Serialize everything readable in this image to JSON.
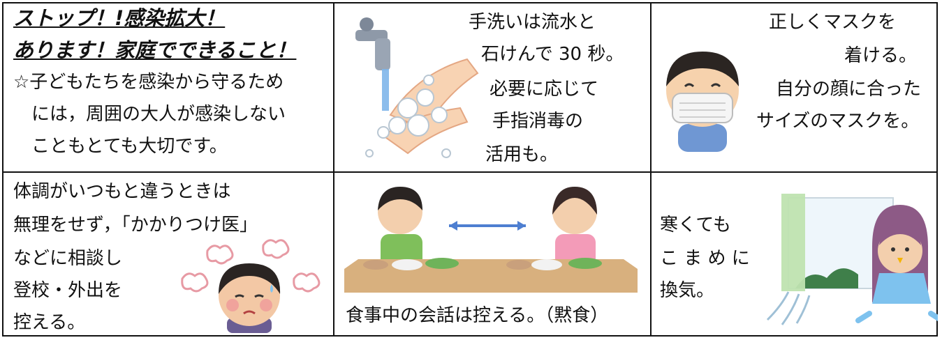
{
  "cell1": {
    "title_lines": [
      "ストップ！!感染拡大！",
      "あります！家庭でできること！"
    ],
    "body_lines": [
      "☆子どもたちを感染から守るため",
      "には，周囲の大人が感染しない",
      "こともとても大切です。"
    ]
  },
  "cell2": {
    "lines": [
      "手洗いは流水と",
      "石けんで 30 秒。",
      "必要に応じて",
      "手指消毒の",
      "活用も。"
    ]
  },
  "cell3": {
    "lines": [
      "正しくマスクを",
      "着ける。",
      "自分の顔に合った",
      "サイズのマスクを。"
    ]
  },
  "cell4": {
    "lines": [
      "体調がいつもと違うときは",
      "無理をせず，「かかりつけ医」",
      "などに相談し",
      "登校・外出を",
      "控える。"
    ]
  },
  "cell5": {
    "caption": "食事中の会話は控える。（黙食）"
  },
  "cell6": {
    "lines": [
      "寒くても",
      "こ ま め に",
      "換気。"
    ]
  }
}
